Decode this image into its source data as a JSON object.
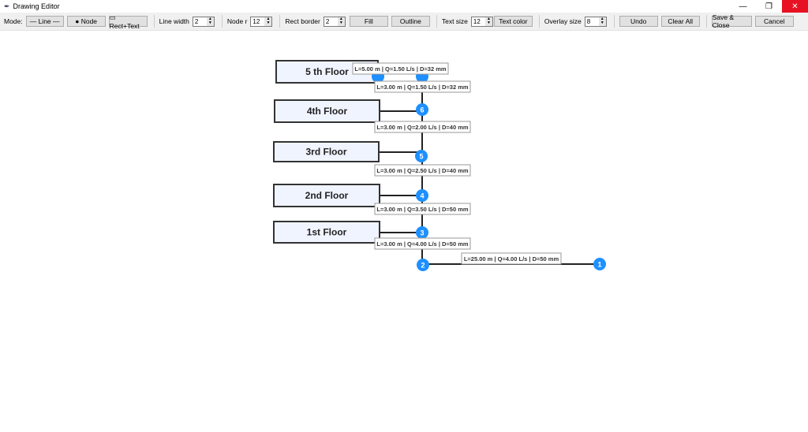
{
  "window": {
    "title": "Drawing Editor",
    "minimize": "—",
    "maximize": "❐",
    "close": "✕"
  },
  "toolbar": {
    "mode_label": "Mode:",
    "line": "— Line —",
    "node": "● Node",
    "rect": "▭ Rect+Text",
    "line_width_label": "Line width",
    "line_width": "2",
    "node_r_label": "Node r",
    "node_r": "12",
    "rect_border_label": "Rect border",
    "rect_border": "2",
    "fill": "Fill",
    "outline": "Outline",
    "text_size_label": "Text size",
    "text_size": "12",
    "text_color": "Text color",
    "overlay_size_label": "Overlay size",
    "overlay_size": "8",
    "undo": "Undo",
    "clear_all": "Clear All",
    "save_close": "Save & Close",
    "cancel": "Cancel"
  },
  "colors": {
    "node": "#1e90ff",
    "rect_fill": "#f0f4ff",
    "close": "#e81123"
  },
  "diagram": {
    "rects": [
      "5 th Floor",
      "4th Floor",
      "3rd Floor",
      "2nd Floor",
      "1st Floor"
    ],
    "nodes": [
      "",
      "",
      "6",
      "5",
      "4",
      "3",
      "2",
      "1"
    ],
    "labels": [
      "L=5.00 m | Q=1.50 L/s | D=32 mm",
      "L=3.00 m | Q=1.50 L/s | D=32 mm",
      "L=3.00 m | Q=2.00 L/s | D=40 mm",
      "L=3.00 m | Q=2.50 L/s | D=40 mm",
      "L=3.00 m | Q=3.50 L/s | D=50 mm",
      "L=3.00 m | Q=4.00 L/s | D=50 mm",
      "L=25.00 m | Q=4.00 L/s | D=50 mm"
    ]
  }
}
